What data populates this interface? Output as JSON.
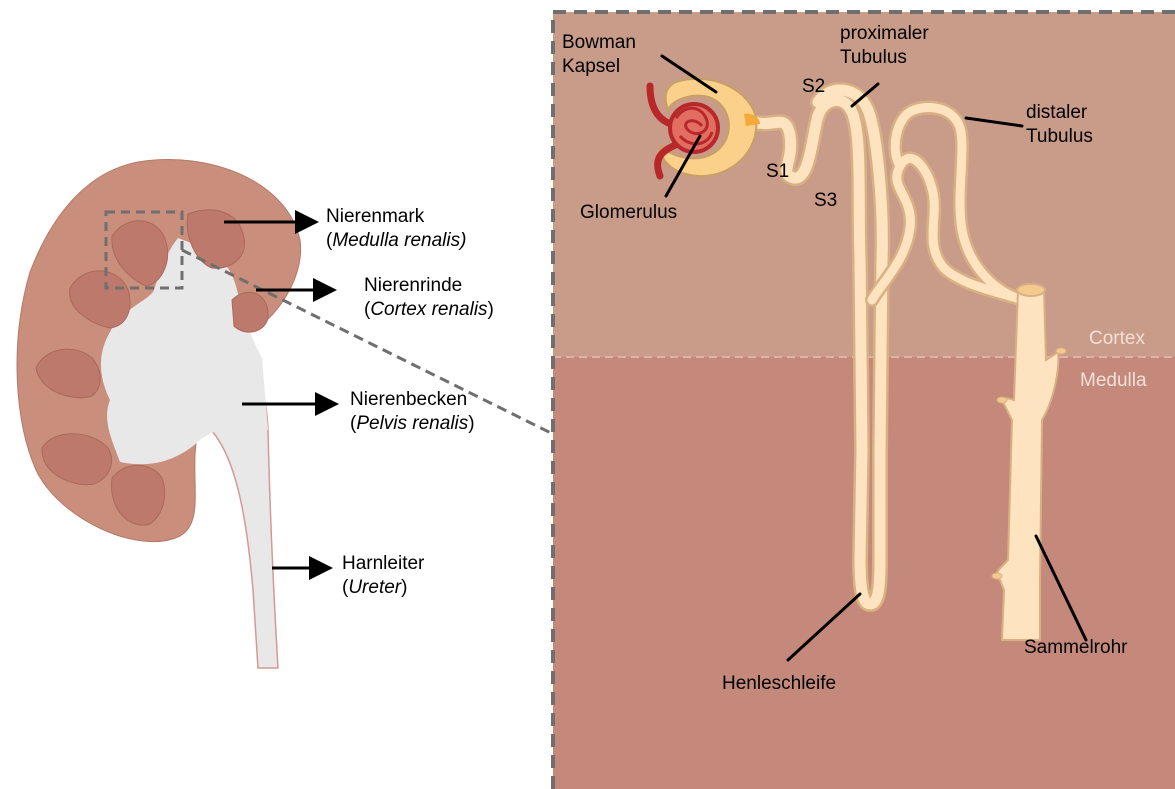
{
  "kidney": {
    "labels": {
      "nierenmark": {
        "name": "Nierenmark",
        "open": "(",
        "latin": "Medulla renalis)",
        "close": ""
      },
      "nierenrinde": {
        "name": "Nierenrinde",
        "open": "(",
        "latin": "Cortex renalis",
        "close": ")"
      },
      "nierenbecken": {
        "name": "Nierenbecken",
        "open": "(",
        "latin": "Pelvis renalis",
        "close": ")"
      },
      "harnleiter": {
        "name": "Harnleiter",
        "open": "(",
        "latin": "Ureter",
        "close": ")"
      }
    }
  },
  "nephron": {
    "zones": {
      "cortex": "Cortex",
      "medulla": "Medulla"
    },
    "labels": {
      "bowman_line1": "Bowman",
      "bowman_line2": "Kapsel",
      "proximal_line1": "proximaler",
      "proximal_line2": "Tubulus",
      "distal_line1": "distaler",
      "distal_line2": "Tubulus",
      "glomerulus": "Glomerulus",
      "s1": "S1",
      "s2": "S2",
      "s3": "S3",
      "henle": "Henleschleife",
      "sammelrohr": "Sammelrohr"
    }
  },
  "colors": {
    "cortex_bg": "#c99b89",
    "medulla_bg": "#c4897a",
    "kidney_body": "#c98e7c",
    "pyramid": "#bd7a6c",
    "pelvis": "#e9e8e8",
    "tubule": "#fde3c0",
    "tubule_edge": "#d9b083",
    "vessel": "#b8282b",
    "frame": "#6f6f6f"
  }
}
